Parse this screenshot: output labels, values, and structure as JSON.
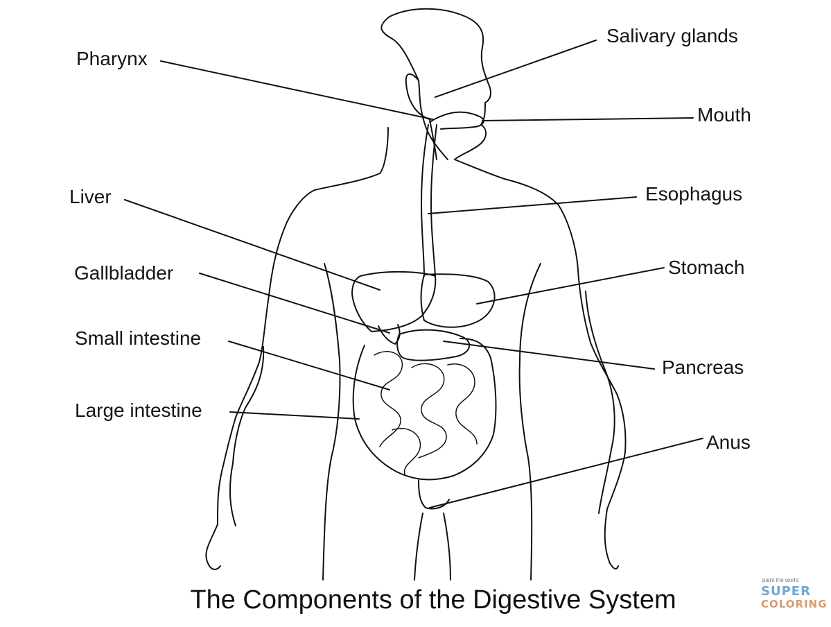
{
  "title": "The Components of the Digestive System",
  "labels": {
    "pharynx": "Pharynx",
    "liver": "Liver",
    "gallbladder": "Gallbladder",
    "small_intestine": "Small intestine",
    "large_intestine": "Large intestine",
    "salivary_glands": "Salivary glands",
    "mouth": "Mouth",
    "esophagus": "Esophagus",
    "stomach": "Stomach",
    "pancreas": "Pancreas",
    "anus": "Anus"
  },
  "watermark": {
    "tagline": "paint the world",
    "top": "SUPER",
    "bottom": "COLORING"
  },
  "colors": {
    "line": "#111111",
    "background": "#ffffff",
    "watermark_blue": "#69a9d8",
    "watermark_orange": "#d99b71"
  }
}
